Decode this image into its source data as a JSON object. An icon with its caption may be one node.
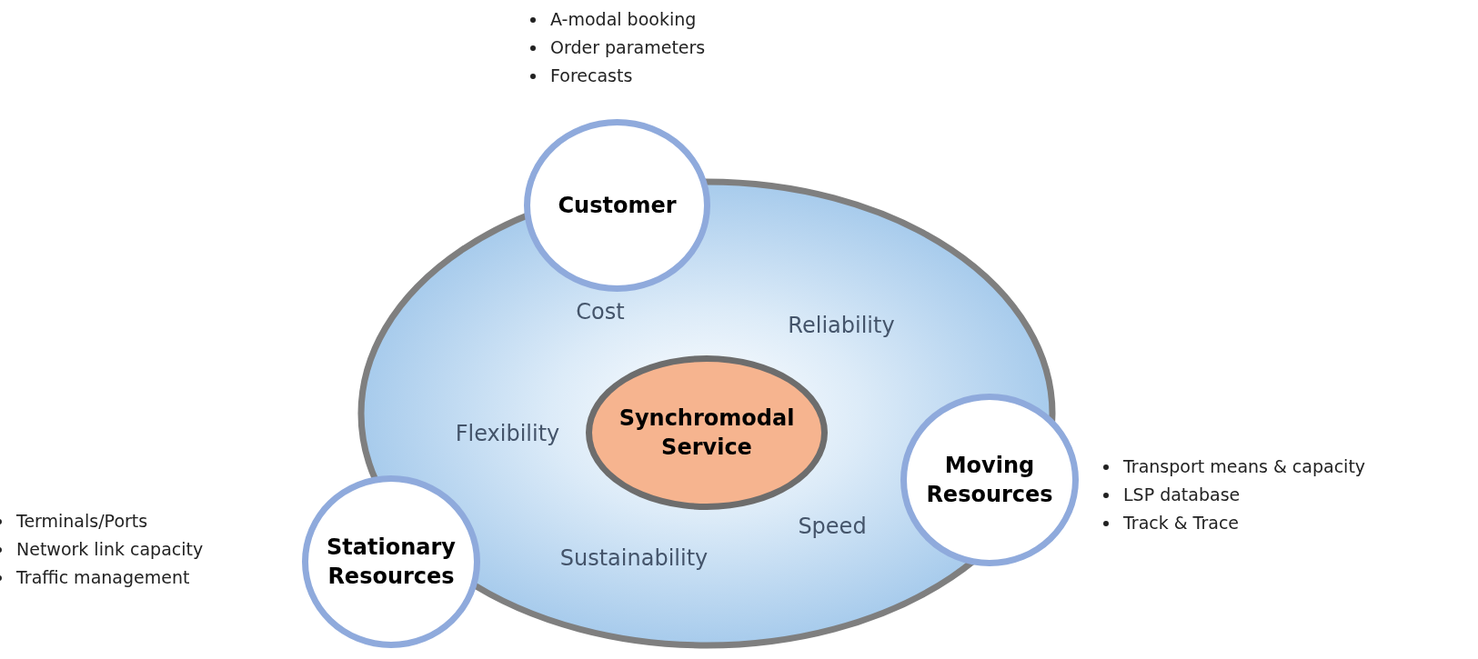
{
  "diagram": {
    "nodes": [
      {
        "text": [
          "Customer"
        ],
        "beside": [
          "A-modal booking",
          "Order parameters",
          "Forecasts"
        ]
      },
      {
        "text": [
          "Cost",
          "Reliability",
          "Flexibility",
          "Speed",
          "Sustainability"
        ]
      },
      {
        "text": [
          "Synchromodal Service"
        ],
        "in": 1
      },
      {
        "text": [
          "Moving Resources"
        ],
        "beside": [
          "Transport means & capacity",
          "LSP database",
          "Track & Trace"
        ]
      },
      {
        "text": [
          "Stationary Resources"
        ],
        "beside": [
          "Terminals/Ports",
          "Network link capacity",
          "Traffic management"
        ]
      }
    ],
    "edges": []
  }
}
